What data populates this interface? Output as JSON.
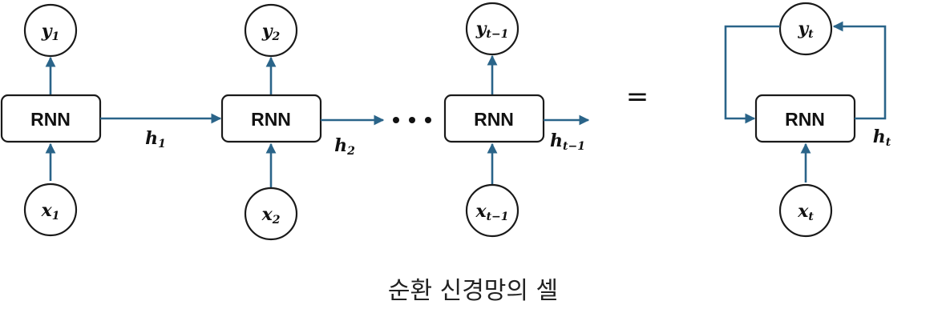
{
  "diagram": {
    "cell_label": "RNN",
    "inputs": [
      {
        "main": "x",
        "sub": "1"
      },
      {
        "main": "x",
        "sub": "2"
      },
      {
        "main": "x",
        "sub": "t−1"
      },
      {
        "main": "x",
        "sub": "t"
      }
    ],
    "outputs": [
      {
        "main": "y",
        "sub": "1"
      },
      {
        "main": "y",
        "sub": "2"
      },
      {
        "main": "y",
        "sub": "t−1"
      },
      {
        "main": "y",
        "sub": "t"
      }
    ],
    "hidden_states": [
      {
        "main": "h",
        "sub": "1"
      },
      {
        "main": "h",
        "sub": "2"
      },
      {
        "main": "h",
        "sub": "t−1"
      },
      {
        "main": "h",
        "sub": "t"
      }
    ],
    "equals": "=",
    "edge_color": "#2a6489"
  },
  "caption": "순환 신경망의 셀"
}
